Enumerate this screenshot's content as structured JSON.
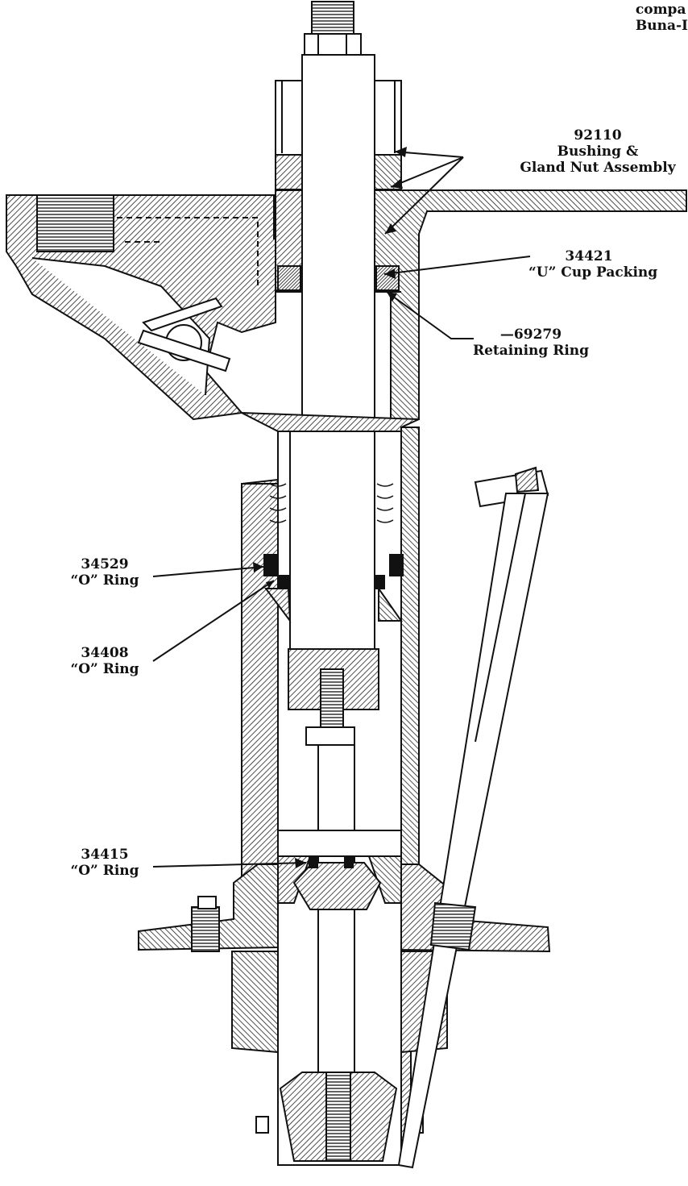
{
  "corner_note": {
    "line1": "compa",
    "line2": "Buna-I"
  },
  "callouts": {
    "bushing": {
      "part_no": "92110",
      "line1": "Bushing &",
      "line2": "Gland Nut Assembly"
    },
    "u_cup": {
      "part_no": "34421",
      "name": "“U” Cup Packing"
    },
    "retaining_ring": {
      "part_no": "—69279",
      "name": "Retaining Ring"
    },
    "o_ring_34529": {
      "part_no": "34529",
      "name": "“O” Ring"
    },
    "o_ring_34408": {
      "part_no": "34408",
      "name": "“O” Ring"
    },
    "o_ring_34415": {
      "part_no": "34415",
      "name": "“O” Ring"
    }
  }
}
